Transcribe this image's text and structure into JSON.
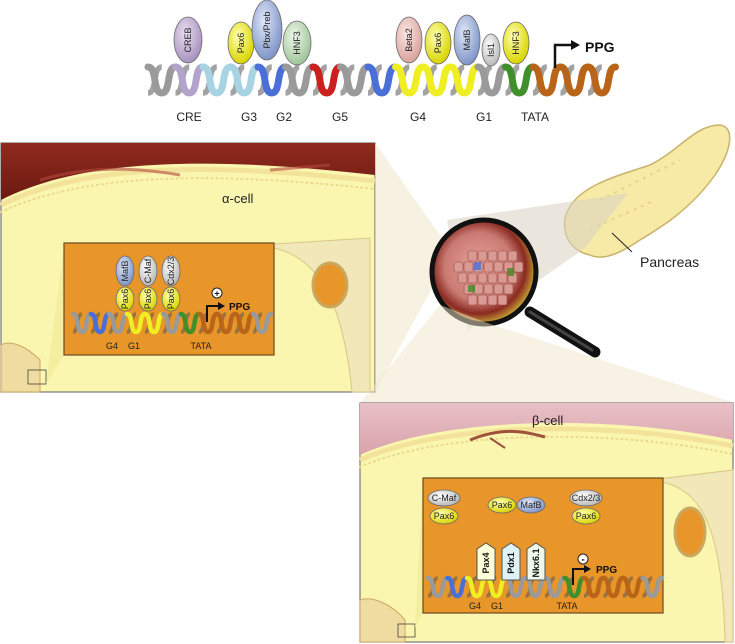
{
  "top_promoter": {
    "proteins": [
      "CREB",
      "Pax6",
      "Pbx/Preb",
      "HNF3",
      "Beta2",
      "Pax6",
      "MafB",
      "Isl1",
      "HNF3"
    ],
    "elements": [
      "CRE",
      "G3",
      "G2",
      "G5",
      "G4",
      "G1",
      "TATA"
    ],
    "gene": "PPG"
  },
  "alpha_cell": {
    "title": "α-cell",
    "top_row": [
      "MafB",
      "C-Maf",
      "Cdx2/3"
    ],
    "bottom_row": [
      "Pax6",
      "Pax6",
      "Pax6"
    ],
    "plus": "+",
    "gene": "PPG",
    "elements": [
      "G4",
      "G1",
      "TATA"
    ]
  },
  "organ_label": "Pancreas",
  "beta_cell": {
    "title": "β-cell",
    "pair1": [
      "C-Maf",
      "Pax6"
    ],
    "pair2": [
      "Pax6",
      "MafB"
    ],
    "pair3": [
      "Cdx2/3",
      "Pax6"
    ],
    "hex": [
      "Pax4",
      "Pdx1",
      "Nkx6.1"
    ],
    "minus": "-",
    "gene": "PPG",
    "elements": [
      "G4",
      "G1",
      "TATA"
    ]
  },
  "colors": {
    "orange": "#e8952a",
    "yellow_bg": "#f7f3a6",
    "pax_yellow": "#eeee22",
    "dna_blue": "#4a6fd8",
    "dna_red": "#cc1f1f",
    "dna_green": "#3f8f2a",
    "dna_brown": "#b8651a"
  }
}
